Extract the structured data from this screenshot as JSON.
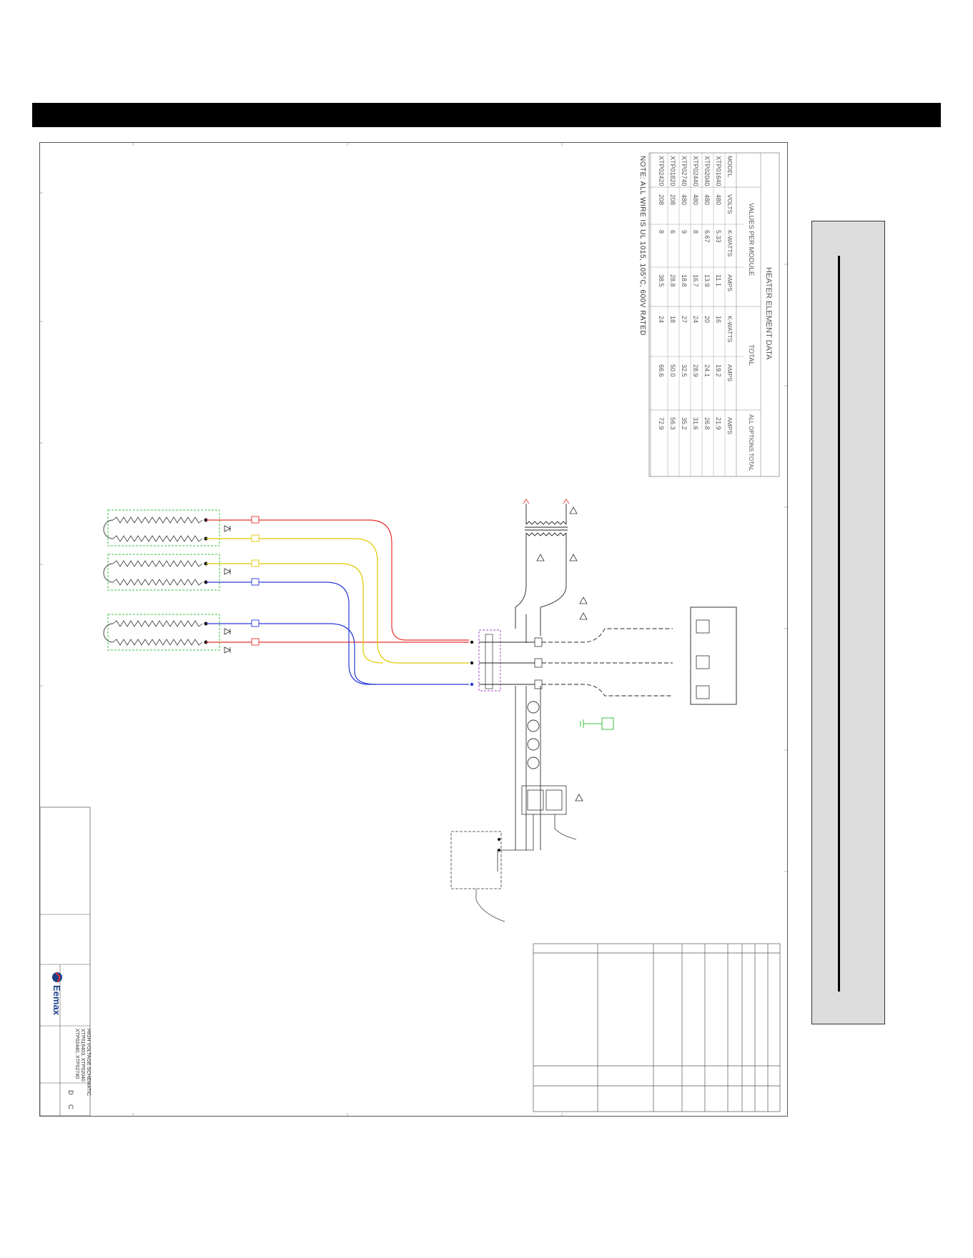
{
  "heater_table": {
    "title": "HEATER ELEMENT DATA",
    "values_header": "VALUES PER MODULE",
    "total_header": "TOTAL",
    "all_options_header": "ALL OPTIONS TOTAL",
    "columns": [
      "MODEL",
      "VOLTS",
      "K-WATTS",
      "AMPS",
      "K-WATTS",
      "AMPS",
      "AMPS"
    ],
    "rows": [
      [
        "XTP01640",
        "480",
        "5.33",
        "11.1",
        "16",
        "19.2",
        "21.9"
      ],
      [
        "XTP02040",
        "480",
        "6.67",
        "13.9",
        "20",
        "24.1",
        "26.8"
      ],
      [
        "XTP02440",
        "480",
        "8",
        "16.7",
        "24",
        "28.9",
        "31.6"
      ],
      [
        "XTP02740",
        "480",
        "9",
        "18.8",
        "27",
        "32.5",
        "35.2"
      ],
      [
        "XTP01820",
        "208",
        "6",
        "28.8",
        "18",
        "50.0",
        "56.3"
      ],
      [
        "XTP02420",
        "208",
        "8",
        "38.5",
        "24",
        "66.6",
        "72.9"
      ]
    ],
    "note": "NOTE: ALL WIRE IS UL 1015, 105°C, 600V RATED"
  },
  "title_block": {
    "company": "Eemax",
    "title_line1": "HIGH VOLTAGE SCHEMATIC",
    "title_line2": "XTP016403, XTP02040",
    "title_line3": "XTP02440, XTP02740",
    "size": "D",
    "rev": "C"
  },
  "colors": {
    "wire_red": "#e8302c",
    "wire_yellow": "#e0c800",
    "wire_blue": "#2a3bd6",
    "chamber_border": "#3cc03c",
    "option_border": "#a040c0",
    "header_bar": "#000000",
    "side_panel": "#dddddd"
  }
}
